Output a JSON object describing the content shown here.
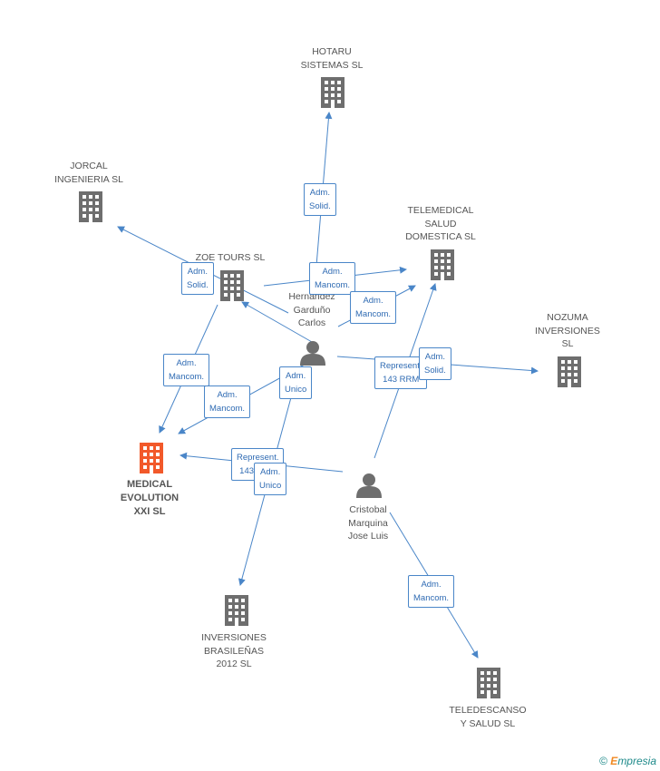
{
  "companies": [
    {
      "id": "hotaru",
      "label": "HOTARU\nSISTEMAS  SL",
      "main": false
    },
    {
      "id": "jorcal",
      "label": "JORCAL\nINGENIERIA  SL",
      "main": false
    },
    {
      "id": "telemedical",
      "label": "TELEMEDICAL\nSALUD\nDOMESTICA SL",
      "main": false
    },
    {
      "id": "zoe",
      "label": "ZOE TOURS SL",
      "main": false
    },
    {
      "id": "nozuma",
      "label": "NOZUMA\nINVERSIONES\nSL",
      "main": false
    },
    {
      "id": "medical",
      "label": "MEDICAL\nEVOLUTION\nXXI SL",
      "main": true
    },
    {
      "id": "inversiones",
      "label": "INVERSIONES\nBRASILEÑAS\n2012 SL",
      "main": false
    },
    {
      "id": "teledescanso",
      "label": "TELEDESCANSO\nY SALUD  SL",
      "main": false
    }
  ],
  "persons": [
    {
      "id": "hernandez",
      "label": "Hernandez\nGarduño\nCarlos"
    },
    {
      "id": "cristobal",
      "label": "Cristobal\nMarquina\nJose Luis"
    }
  ],
  "relations": [
    {
      "id": "r1",
      "label": "Adm.\nSolid."
    },
    {
      "id": "r2",
      "label": "Adm.\nSolid."
    },
    {
      "id": "r3",
      "label": "Adm.\nMancom."
    },
    {
      "id": "r4",
      "label": "Adm.\nMancom."
    },
    {
      "id": "r5",
      "label": "Adm.\nMancom."
    },
    {
      "id": "r6",
      "label": "Adm.\nMancom."
    },
    {
      "id": "r7",
      "label": "Adm.\nUnico"
    },
    {
      "id": "r8",
      "label": "Represent.\n143 RRM"
    },
    {
      "id": "r9",
      "label": "Adm.\nSolid."
    },
    {
      "id": "r10",
      "label": "Represent.\n143 RRM"
    },
    {
      "id": "r11",
      "label": "Adm.\nUnico"
    },
    {
      "id": "r12",
      "label": "Adm.\nMancom."
    }
  ],
  "colors": {
    "edge": "#4a86c8",
    "building": "#6e6e6e",
    "main_building": "#f2592a",
    "person": "#6e6e6e",
    "brand": "#f08a24"
  },
  "footer": {
    "symbol": "©",
    "brand_e": "E",
    "brand_rest": "mpresia"
  }
}
